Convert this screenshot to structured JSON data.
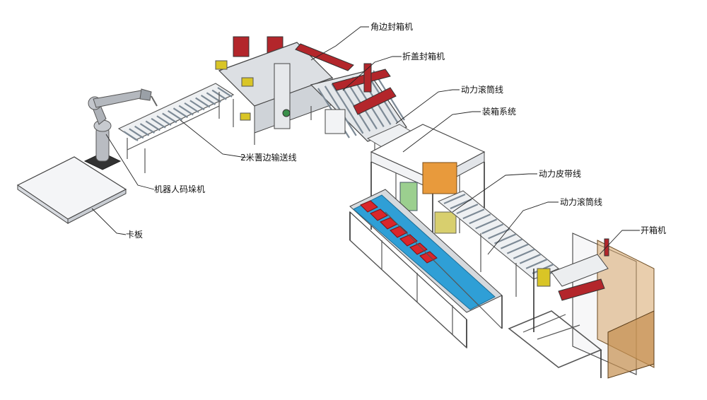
{
  "labels": {
    "corner_sealer": "角边封箱机",
    "fold_sealer": "折盖封箱机",
    "powered_roller_1": "动力滚筒线",
    "packing_system": "装箱系统",
    "belt_line": "动力皮带线",
    "powered_roller_2": "动力滚筒线",
    "case_erector": "开箱机",
    "conveyor_2m": "2米蓍边输送线",
    "robot_palletizer": "机器人码垛机",
    "pallet": "卡板"
  },
  "colors": {
    "belt": "#2f9fd6",
    "boxes": "#d9262b",
    "sealer_red": "#b3262b",
    "frame": "#5a5a5a",
    "robot": "#b9bcc2",
    "orange_box": "#e89a3c",
    "green_panel": "#9bcf8f",
    "yellow_panel": "#d8cf6e",
    "amber_panel": "#d7a66a"
  }
}
